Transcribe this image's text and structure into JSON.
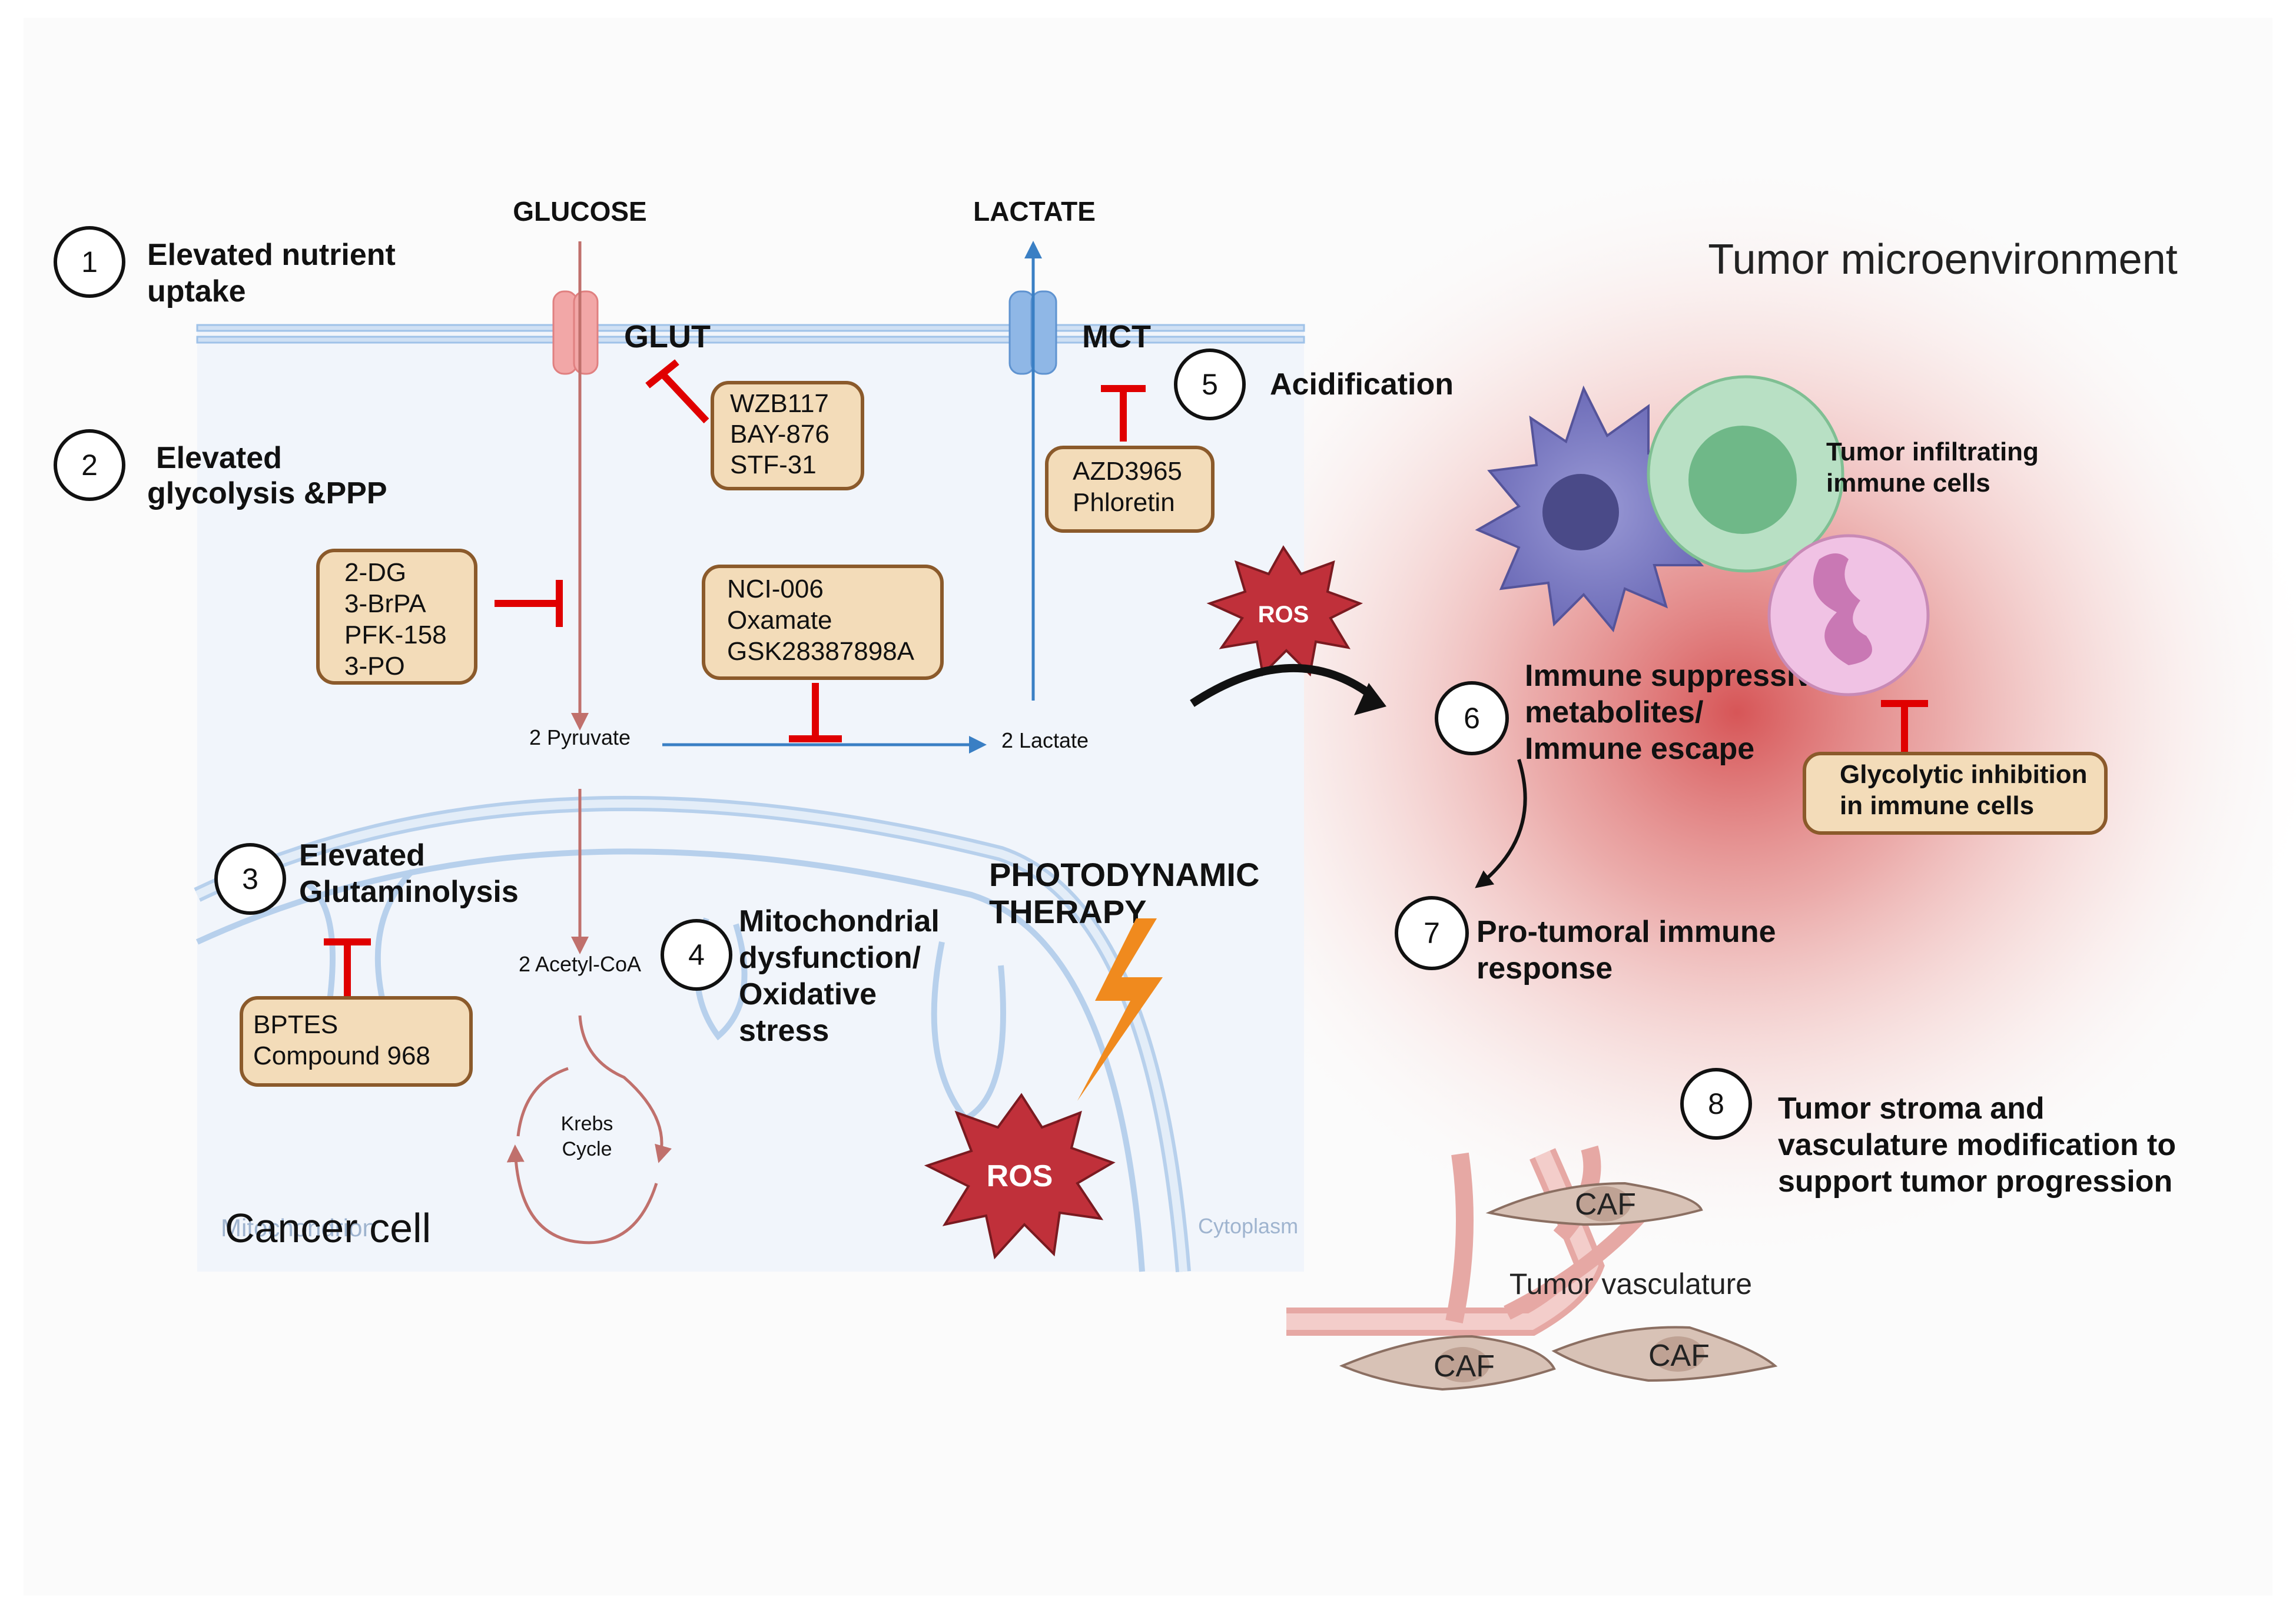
{
  "title": "",
  "labels": {
    "glucose": "GLUCOSE",
    "lactate": "LACTATE",
    "glut": "GLUT",
    "mct": "MCT",
    "pyruvate": "2 Pyruvate",
    "lactate2": "2 Lactate",
    "acetylcoa": "2 Acetyl-CoA",
    "krebs1": "Krebs",
    "krebs2": "Cycle",
    "cancer_cell": "Cancer cell",
    "mitochondrion_faint": "Mitochondrion",
    "cytoplasm": "Cytoplasm",
    "pdt1": "PHOTODYNAMIC",
    "pdt2": "THERAPY",
    "ros": "ROS",
    "tme": "Tumor microenvironment",
    "vasculature": "Tumor vasculature",
    "caf": "CAF",
    "infiltrating1": "Tumor infiltrating",
    "infiltrating2": "immune cells"
  },
  "steps": [
    {
      "num": "1",
      "line1": "Elevated nutrient",
      "line2": "uptake"
    },
    {
      "num": "2",
      "line1": "Elevated",
      "line2": "glycolysis &PPP"
    },
    {
      "num": "3",
      "line1": "Elevated",
      "line2": "Glutaminolysis"
    },
    {
      "num": "4",
      "line1": "Mitochondrial",
      "line2": "dysfunction/",
      "line3": "Oxidative",
      "line4": "stress"
    },
    {
      "num": "5",
      "line1": "Acidification"
    },
    {
      "num": "6",
      "line1": "Immune suppressive",
      "line2": "metabolites/",
      "line3": "Immune escape"
    },
    {
      "num": "7",
      "line1": "Pro-tumoral immune",
      "line2": "response"
    },
    {
      "num": "8",
      "line1": "Tumor stroma and",
      "line2": "vasculature modification to",
      "line3": "support tumor progression"
    }
  ],
  "inhibitors": {
    "glut": [
      "WZB117",
      "BAY-876",
      "STF-31"
    ],
    "glycolysis": [
      "2-DG",
      "3-BrPA",
      "PFK-158",
      "3-PO"
    ],
    "ldh": [
      "NCI-006",
      "Oxamate",
      "GSK28387898A"
    ],
    "mct": [
      "AZD3965",
      "Phloretin"
    ],
    "glutaminase": [
      "BPTES",
      "Compound 968"
    ],
    "immune": [
      "Glycolytic inhibition",
      "in immune cells"
    ]
  },
  "colors": {
    "inhibitor_fill": "#f3dcb9",
    "inhibitor_border": "#8b5a2b",
    "inhibit_red": "#e00000",
    "glycolysis_arrow": "#c0706c",
    "lactate_arrow": "#3a7fc4",
    "ros_fill": "#c0303a",
    "bolt": "#f08a1e",
    "tme_red": "#d23a3a"
  }
}
